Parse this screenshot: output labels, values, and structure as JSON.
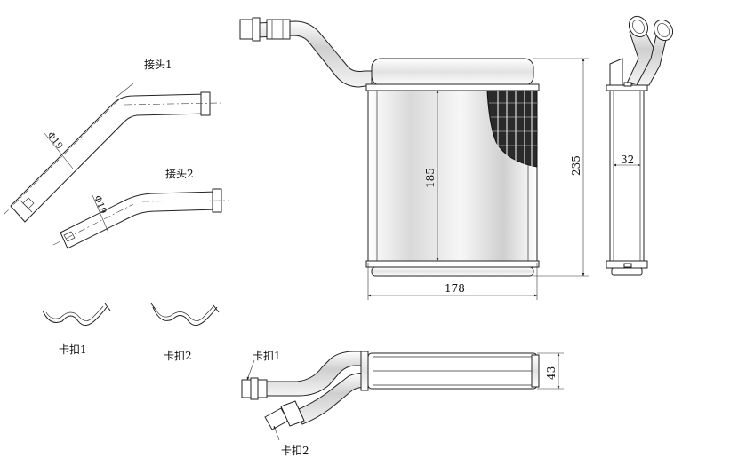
{
  "labels": {
    "connector_1": "接头1",
    "connector_2": "接头2",
    "clip_1": "卡扣1",
    "clip_2": "卡扣2",
    "callout_clip_1": "卡扣1",
    "callout_clip_2": "卡扣2"
  },
  "dimensions": {
    "core_height": "185",
    "total_height": "235",
    "width": "178",
    "depth_side": "32",
    "depth_bottom": "43",
    "pipe_dia_1": "Φ19",
    "pipe_dia_2": "Φ19"
  },
  "colors": {
    "line": "#222222",
    "fin_dark": "#1a1a1a",
    "shade": "#c8c8c8"
  }
}
